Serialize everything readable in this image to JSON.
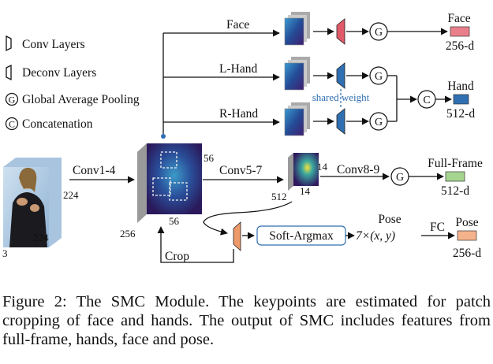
{
  "legend": {
    "conv": "Conv Layers",
    "deconv": "Deconv Layers",
    "gap_symbol": "G",
    "gap": "Global Average Pooling",
    "concat_symbol": "C",
    "concat": "Concatenation"
  },
  "branches": {
    "face": "Face",
    "lhand": "L-Hand",
    "rhand": "R-Hand",
    "shared_weight": "shared weight"
  },
  "stages": {
    "conv1_4": "Conv1-4",
    "conv5_7": "Conv5-7",
    "conv8_9": "Conv8-9",
    "soft_argmax": "Soft-Argmax",
    "fc": "FC",
    "crop": "Crop"
  },
  "dims": {
    "input_h": "224",
    "input_w": "224",
    "input_c": "3",
    "feat1_c": "256",
    "feat1_h": "56",
    "feat1_w": "56",
    "feat2_c": "512",
    "feat2_h": "14",
    "feat2_w": "14"
  },
  "pose_coord": "7×(x, y)",
  "outputs": {
    "face_label": "Face",
    "face_dim": "256-d",
    "hand_label": "Hand",
    "hand_dim": "512-d",
    "full_label": "Full-Frame",
    "full_dim": "512-d",
    "pose_label": "Pose",
    "pose_dim": "256-d",
    "pose_mid_label": "Pose"
  },
  "caption": "Figure 2: The SMC Module. The keypoints are estimated for patch cropping of face and hands. The output of SMC includes features from full-frame, hands, face and pose.",
  "colors": {
    "face_out": "#ea7f8c",
    "hand_out": "#2f6fb2",
    "full_out": "#a6d58f",
    "pose_out": "#f5b38b",
    "deconv_face": "#e05a6a",
    "deconv_hand": "#2f6fb2",
    "deconv_pose": "#ee9a6a",
    "softargmax_border": "#2f6fb2"
  }
}
